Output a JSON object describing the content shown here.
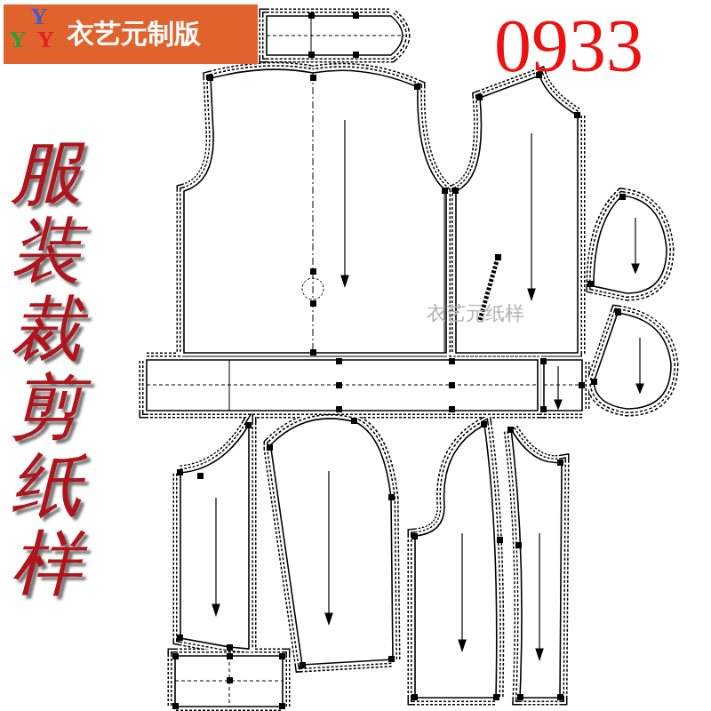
{
  "diagram": {
    "nodes": [
      {
        "text": [
          "Y",
          "Y",
          "Y",
          "衣艺元制版"
        ]
      }
    ],
    "labels": [
      "0933",
      "服装裁剪纸样",
      "衣艺元纸样"
    ]
  }
}
